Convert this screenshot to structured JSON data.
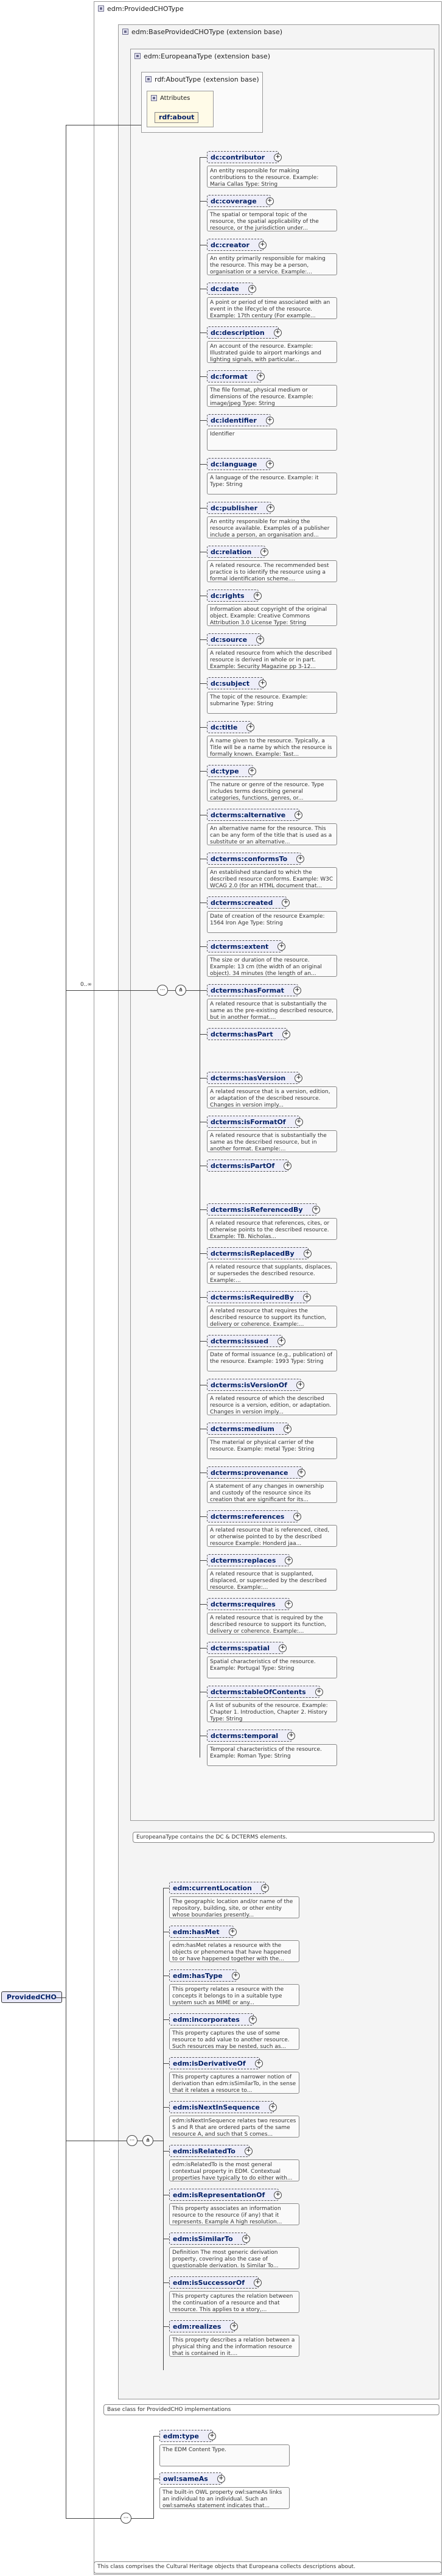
{
  "root": {
    "label": "ProvidedCHO"
  },
  "type_header": "edm:ProvidedCHOType",
  "base_header": "edm:BaseProvidedCHOType (extension base)",
  "europeana_header": "edm:EuropeanaType (extension base)",
  "about_header": "rdf:AboutType (extension base)",
  "attributes_label": "Attributes",
  "about_attr": "rdf:about",
  "cardinality_main": "0..∞",
  "europeana_elements": [
    {
      "name": "dc:contributor",
      "desc": "An entity responsible for making contributions to the resource. Example: Maria Callas Type: String"
    },
    {
      "name": "dc:coverage",
      "desc": "The spatial or temporal topic of the resource, the spatial applicability of the resource, or the jurisdiction under..."
    },
    {
      "name": "dc:creator",
      "desc": "An entity primarily responsible for making the resource. This may be a person, organisation or a service. Example:..."
    },
    {
      "name": "dc:date",
      "desc": "A point or period of time associated with an event in the lifecycle of the resource. Example: 17th century (For example..."
    },
    {
      "name": "dc:description",
      "desc": "An account of the resource. Example: Illustrated guide to airport markings and lighting signals, with particular..."
    },
    {
      "name": "dc:format",
      "desc": "The file format, physical medium or dimensions of the resource. Example: image/jpeg Type: String"
    },
    {
      "name": "dc:identifier",
      "desc": "Identifier"
    },
    {
      "name": "dc:language",
      "desc": "A language of the resource. Example: it Type: String"
    },
    {
      "name": "dc:publisher",
      "desc": "An entity responsible for making the resource available. Examples of a publisher include a person, an organisation and..."
    },
    {
      "name": "dc:relation",
      "desc": "A related resource. The recommended best practice is to identify the resource using a formal identification scheme...."
    },
    {
      "name": "dc:rights",
      "desc": "Information about copyright of the original object. Example: Creative Commons Attribution 3.0 License Type: String"
    },
    {
      "name": "dc:source",
      "desc": "A related resource from which the described resource is derived in whole or in part. Example: Security Magazine pp 3-12..."
    },
    {
      "name": "dc:subject",
      "desc": "The topic of the resource. Example: submarine Type: String"
    },
    {
      "name": "dc:title",
      "desc": "A name given to the resource. Typically, a Title will be a name by which the resource is formally known. Example: Tast..."
    },
    {
      "name": "dc:type",
      "desc": "The nature or genre of the resource. Type includes terms describing general categories, functions, genres, or..."
    },
    {
      "name": "dcterms:alternative",
      "desc": "An alternative name for the resource. This can be any form of the title that is used as a substitute or an alternative..."
    },
    {
      "name": "dcterms:conformsTo",
      "desc": "An established standard to which the described resource conforms. Example: W3C WCAG 2.0 (for an HTML document that..."
    },
    {
      "name": "dcterms:created",
      "desc": "Date of creation of the resource Example: 1564 Iron Age Type: String"
    },
    {
      "name": "dcterms:extent",
      "desc": "The size or duration of the resource. Example: 13 cm (the width of an original object). 34 minutes (the length of an..."
    },
    {
      "name": "dcterms:hasFormat",
      "desc": "A related resource that is substantially the same as the pre-existing described resource, but in another format...."
    },
    {
      "name": "dcterms:hasPart",
      "desc": ""
    },
    {
      "name": "dcterms:hasVersion",
      "desc": "A related resource that is a version, edition, or adaptation of the described resource. Changes in version imply..."
    },
    {
      "name": "dcterms:isFormatOf",
      "desc": "A related resource that is substantially the same as the described resource, but in another format. Example:..."
    },
    {
      "name": "dcterms:isPartOf",
      "desc": ""
    },
    {
      "name": "dcterms:isReferencedBy",
      "desc": "A related resource that references, cites, or otherwise points to the described resource. Example: TB. Nicholas..."
    },
    {
      "name": "dcterms:isReplacedBy",
      "desc": "A related resource that supplants, displaces, or supersedes the described resource. Example:..."
    },
    {
      "name": "dcterms:isRequiredBy",
      "desc": "A related resource that requires the described resource to support its function, delivery or coherence. Example:..."
    },
    {
      "name": "dcterms:issued",
      "desc": "Date of formal issuance (e.g., publication) of the resource. Example: 1993 Type: String"
    },
    {
      "name": "dcterms:isVersionOf",
      "desc": "A related resource of which the described resource is a version, edition, or adaptation. Changes in version imply..."
    },
    {
      "name": "dcterms:medium",
      "desc": "The material or physical carrier of the resource. Example: metal Type: String"
    },
    {
      "name": "dcterms:provenance",
      "desc": "A statement of any changes in ownership and custody of the resource since its creation that are significant for its..."
    },
    {
      "name": "dcterms:references",
      "desc": "A related resource that is referenced, cited, or otherwise pointed to by the described resource Example: Honderd jaa..."
    },
    {
      "name": "dcterms:replaces",
      "desc": "A related resource that is supplanted, displaced, or superseded by the described resource. Example:..."
    },
    {
      "name": "dcterms:requires",
      "desc": "A related resource that is required by the described resource to support its function, delivery or coherence. Example:..."
    },
    {
      "name": "dcterms:spatial",
      "desc": "Spatial characteristics of the resource. Example: Portugal Type: String"
    },
    {
      "name": "dcterms:tableOfContents",
      "desc": "A list of subunits of the resource. Example: Chapter 1. Introduction, Chapter 2. History Type: String"
    },
    {
      "name": "dcterms:temporal",
      "desc": "Temporal characteristics of the resource. Example: Roman Type: String"
    }
  ],
  "europeana_note": "EuropeanaType contains the DC & DCTERMS elements.",
  "base_elements": [
    {
      "name": "edm:currentLocation",
      "desc": "The geographic location and/or name of the repository, building, site, or other entity whose boundaries presently..."
    },
    {
      "name": "edm:hasMet",
      "desc": "edm:hasMet relates a resource with the objects or phenomena that have happened to or have happened together with the..."
    },
    {
      "name": "edm:hasType",
      "desc": "This property relates a resource with the concepts it belongs to in a suitable type system such as MIME or any..."
    },
    {
      "name": "edm:incorporates",
      "desc": "This property captures the use of some resource to add value to another resource. Such resources may be nested, such as..."
    },
    {
      "name": "edm:isDerivativeOf",
      "desc": "This property captures a narrower notion of derivation than edm:isSimilarTo, in the sense that it relates a resource to..."
    },
    {
      "name": "edm:isNextInSequence",
      "desc": "edm:isNextInSequence relates two resources S and R that are ordered parts of the same resource A, and such that S comes..."
    },
    {
      "name": "edm:isRelatedTo",
      "desc": "edm:isRelatedTo is the most general contextual property in EDM. Contextual properties have typically to do either with..."
    },
    {
      "name": "edm:isRepresentationOf",
      "desc": "This property associates an information resource to the resource (if any) that it represents. Example A high resolution..."
    },
    {
      "name": "edm:isSimilarTo",
      "desc": "Definition The most generic derivation property, covering also the case of questionable derivation. Is Similar To..."
    },
    {
      "name": "edm:isSuccessorOf",
      "desc": "This property captures the relation between the continuation of a resource and that resource. This applies to a story,..."
    },
    {
      "name": "edm:realizes",
      "desc": "This property describes a relation between a physical thing and the information resource that is contained in it...."
    }
  ],
  "base_note": "Base class for ProvidedCHO implementations",
  "type_elements": [
    {
      "name": "edm:type",
      "desc": "The EDM Content Type."
    },
    {
      "name": "owl:sameAs",
      "desc": "The built-in OWL property owl:sameAs links an individual to an individual. Such an owl:sameAs statement indicates that..."
    }
  ],
  "type_note": "This class comprises the Cultural Heritage objects that Europeana collects descriptions about."
}
